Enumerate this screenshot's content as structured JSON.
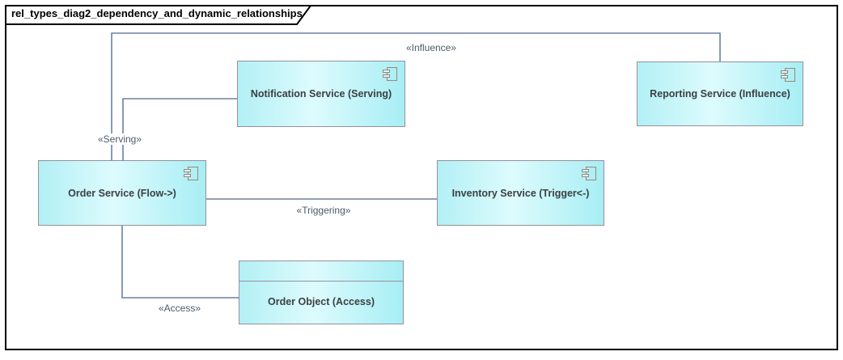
{
  "diagram": {
    "title": "rel_types_diag2_dependency_and_dynamic_relationships",
    "colors": {
      "node_fill_left": "#b2f0f5",
      "node_fill_mid": "#ddfbfd",
      "node_fill_right": "#a7eef4",
      "node_border": "#97909a",
      "icon_border": "#a08478",
      "connector": "#6b81a1",
      "connector_label_text": "#4d5a6b",
      "node_text": "#3c4043",
      "frame_border": "#000000"
    }
  },
  "nodes": [
    {
      "id": "notification-service",
      "type": "component",
      "icon": "component-icon",
      "label": "Notification Service (Serving)"
    },
    {
      "id": "reporting-service",
      "type": "component",
      "icon": "component-icon",
      "label": "Reporting Service (Influence)"
    },
    {
      "id": "order-service",
      "type": "component",
      "icon": "component-icon",
      "label": "Order Service (Flow->)"
    },
    {
      "id": "inventory-service",
      "type": "component",
      "icon": "component-icon",
      "label": "Inventory Service (Trigger<-)"
    },
    {
      "id": "order-object",
      "type": "object",
      "label": "Order Object (Access)"
    }
  ],
  "connectors": [
    {
      "id": "influence",
      "label": "«Influence»"
    },
    {
      "id": "serving",
      "label": "«Serving»"
    },
    {
      "id": "triggering",
      "label": "«Triggering»"
    },
    {
      "id": "access",
      "label": "«Access»"
    }
  ]
}
